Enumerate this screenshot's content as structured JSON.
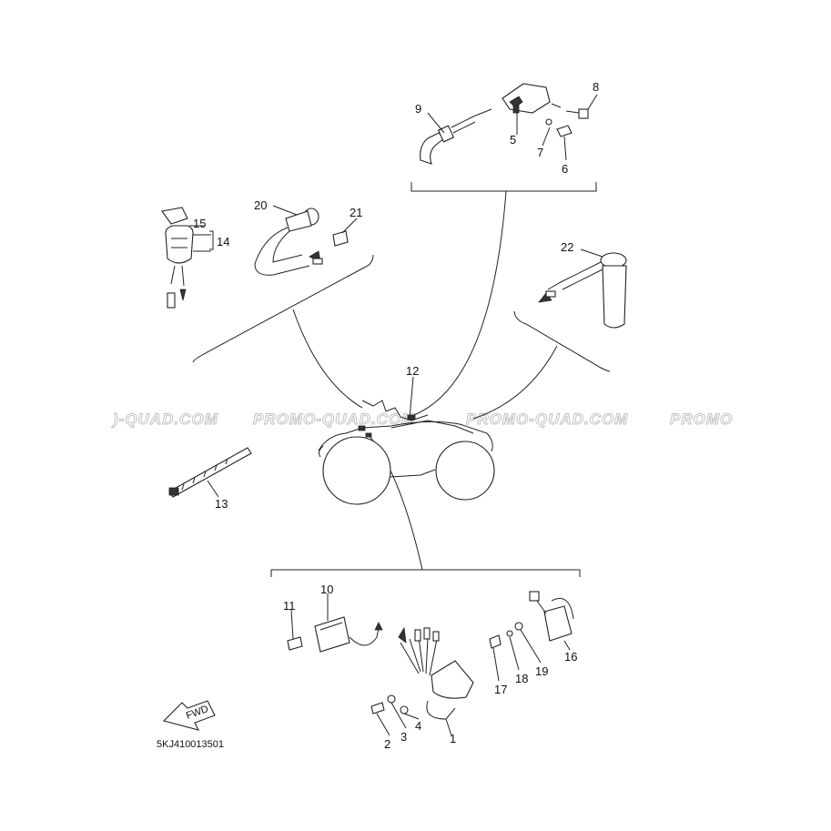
{
  "watermark": {
    "segments": [
      ")-QUAD.COM",
      "PROMO-QUAD.COM",
      "PROMO-QUAD.COM",
      "PROMO"
    ]
  },
  "diagram_code": "5KJ410013501",
  "fwd_label": "FWD",
  "callouts": {
    "c1": "1",
    "c2": "2",
    "c3": "3",
    "c4": "4",
    "c5": "5",
    "c6": "6",
    "c7": "7",
    "c8": "8",
    "c9": "9",
    "c10": "10",
    "c11": "11",
    "c12": "12",
    "c13": "13",
    "c14": "14",
    "c15": "15",
    "c16": "16",
    "c17": "17",
    "c18": "18",
    "c19": "19",
    "c20": "20",
    "c21": "21",
    "c22": "22"
  }
}
